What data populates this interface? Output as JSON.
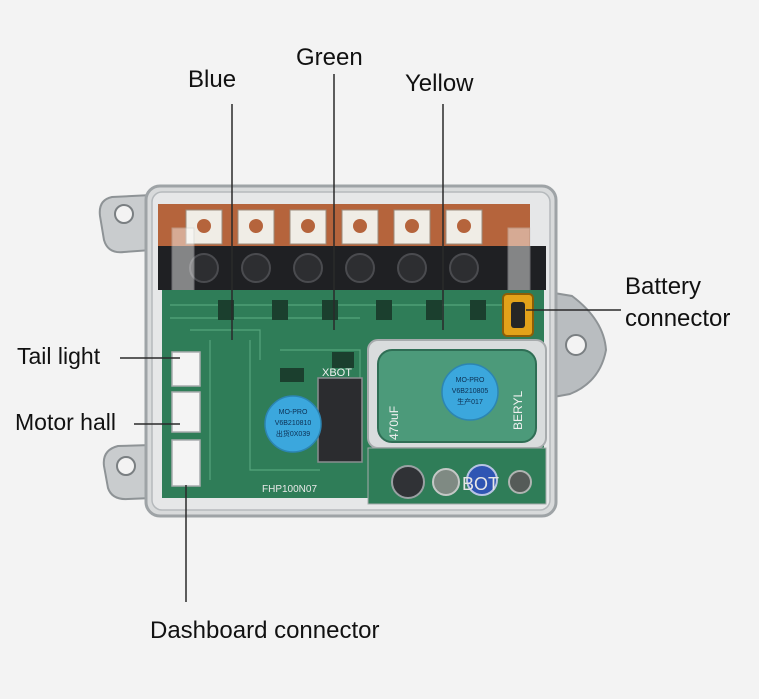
{
  "labels": {
    "blue": "Blue",
    "green": "Green",
    "yellow": "Yellow",
    "battery_line1": "Battery",
    "battery_line2": "connector",
    "tail_light": "Tail light",
    "motor_hall": "Motor hall",
    "dashboard": "Dashboard connector"
  },
  "board_text": {
    "sticker_left": [
      "MO-PRO",
      "V6B210810",
      "出货0X039"
    ],
    "sticker_right": [
      "MO-PRO",
      "V6B210805",
      "生产017"
    ],
    "capacitor_value": "470uF",
    "capacitor_brand": "BERYL",
    "chip_label": "XBOT",
    "part_number": "FHP100N07",
    "bottom_brand": "BOT"
  },
  "colors": {
    "background": "#f3f3f3",
    "pcb": "#2f7d58",
    "copper": "#b5643c",
    "sticker": "#3ba7dd",
    "capacitor": "#4c9a7a",
    "battery_connector": "#e3a21a",
    "casing": "#c9ccce"
  }
}
